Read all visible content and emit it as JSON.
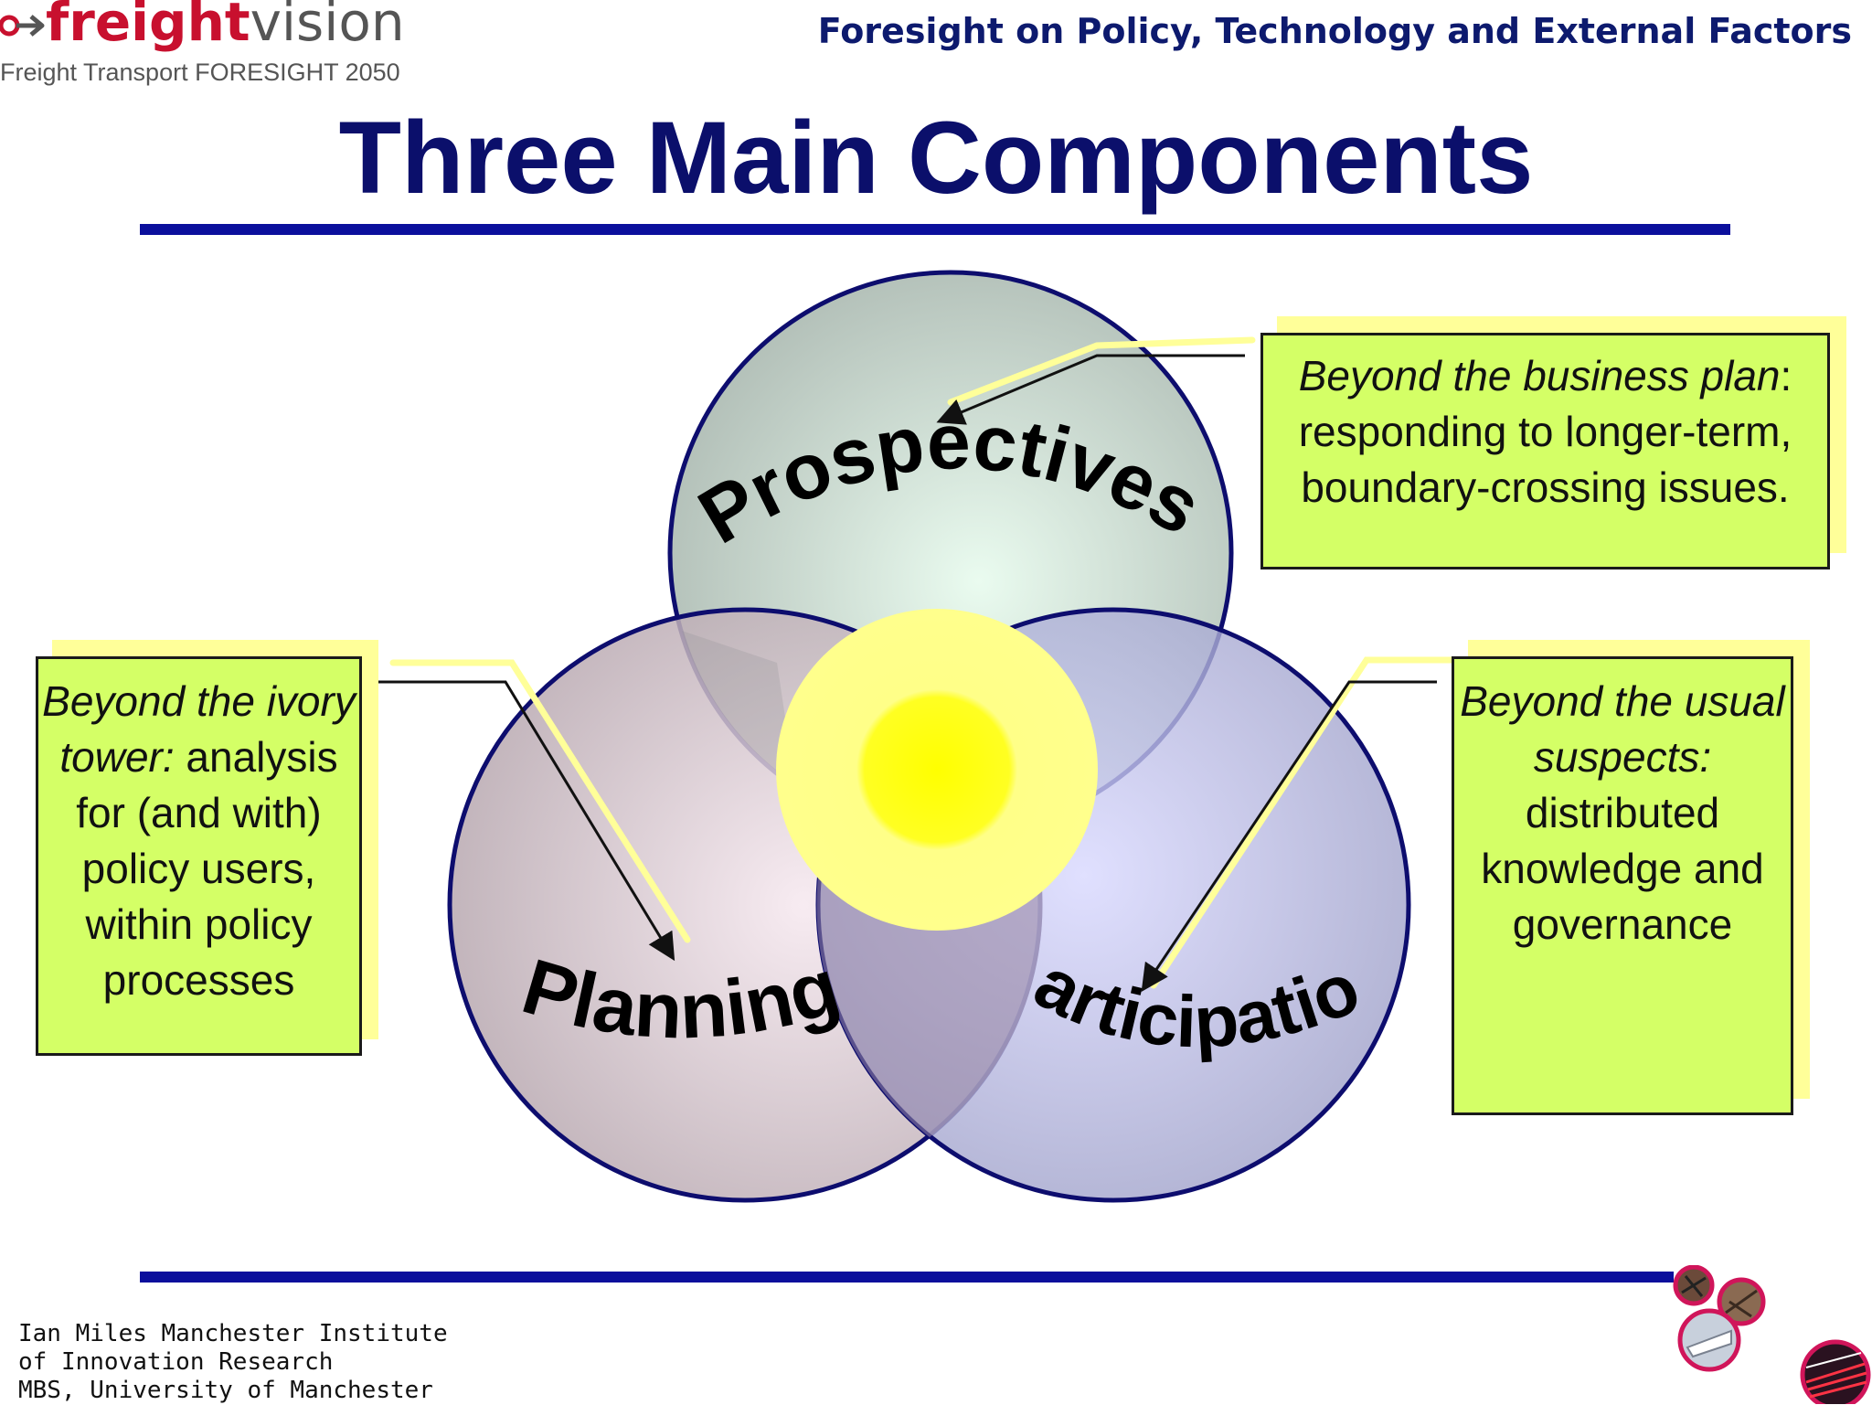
{
  "brand": {
    "name_part1": "freight",
    "name_part2": "vision",
    "subtitle": "Freight Transport FORESIGHT 2050",
    "logo_color": "#c8102e"
  },
  "header": {
    "tagline": "Foresight on Policy, Technology and External Factors"
  },
  "slide": {
    "title": "Three Main Components"
  },
  "diagram": {
    "circles": {
      "top": "Prospectives",
      "left": "Planning",
      "right": "Participation"
    },
    "center_color": "#ffff00"
  },
  "callouts": {
    "top": {
      "italic": "Beyond the business plan",
      "rest": ": responding to longer-term, boundary-crossing issues."
    },
    "left": {
      "italic": "Beyond the ivory tower:",
      "rest": " analysis for (and with) policy users, within policy processes"
    },
    "right": {
      "italic": "Beyond the usual suspects:",
      "rest": " distributed knowledge and governance"
    }
  },
  "footer": {
    "line1": "Ian Miles Manchester Institute",
    "line2": "of Innovation Research",
    "line3": "MBS, University of Manchester"
  },
  "colors": {
    "title": "#0b0f6b",
    "rule": "#0b0f9c",
    "callout_fill": "#d4ff66",
    "callout_shadow": "#ffff99"
  }
}
